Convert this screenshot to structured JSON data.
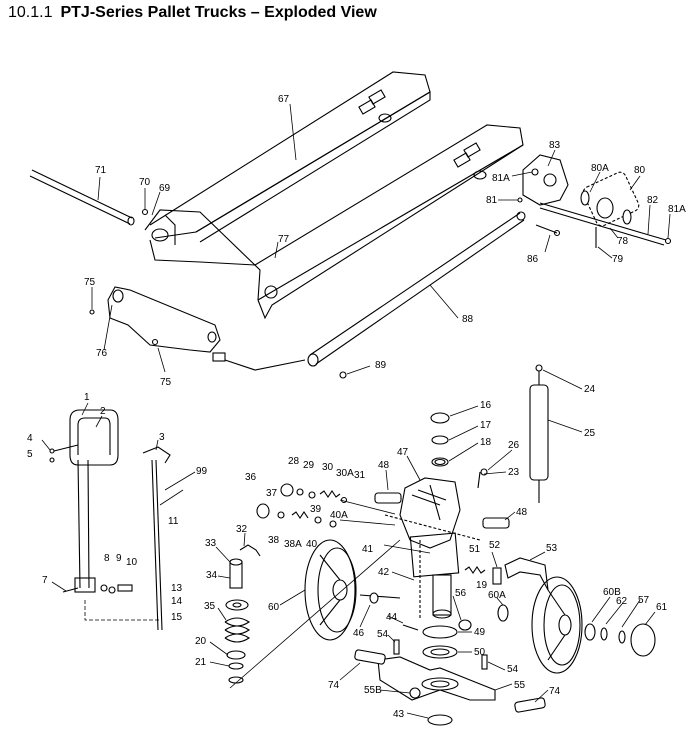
{
  "header": {
    "section_number": "10.1.1",
    "title": "PTJ-Series Pallet Trucks – Exploded View"
  },
  "parts": {
    "p1": "1",
    "p2": "2",
    "p3": "3",
    "p4": "4",
    "p5": "5",
    "p7": "7",
    "p8": "8",
    "p9": "9",
    "p10": "10",
    "p11": "11",
    "p13": "13",
    "p14": "14",
    "p15": "15",
    "p16": "16",
    "p17": "17",
    "p18": "18",
    "p19": "19",
    "p20": "20",
    "p21": "21",
    "p23": "23",
    "p24": "24",
    "p25": "25",
    "p26": "26",
    "p28": "28",
    "p29": "29",
    "p30": "30",
    "p30A": "30A",
    "p31": "31",
    "p32": "32",
    "p33": "33",
    "p34": "34",
    "p35": "35",
    "p36": "36",
    "p37": "37",
    "p38": "38",
    "p38A": "38A",
    "p39": "39",
    "p40": "40",
    "p40A": "40A",
    "p41": "41",
    "p42": "42",
    "p43": "43",
    "p44": "44",
    "p46": "46",
    "p47": "47",
    "p48a": "48",
    "p48b": "48",
    "p49": "49",
    "p50": "50",
    "p51": "51",
    "p52": "52",
    "p53": "53",
    "p54a": "54",
    "p54b": "54",
    "p55": "55",
    "p55B": "55B",
    "p56": "56",
    "p57": "57",
    "p60": "60",
    "p60A": "60A",
    "p60B": "60B",
    "p61": "61",
    "p62": "62",
    "p67": "67",
    "p69": "69",
    "p70": "70",
    "p71": "71",
    "p74a": "74",
    "p74b": "74",
    "p75a": "75",
    "p75b": "75",
    "p76": "76",
    "p77": "77",
    "p78": "78",
    "p79": "79",
    "p80": "80",
    "p80A": "80A",
    "p81": "81",
    "p81Aa": "81A",
    "p81Ab": "81A",
    "p82": "82",
    "p83": "83",
    "p86": "86",
    "p88": "88",
    "p89": "89",
    "p99": "99"
  }
}
